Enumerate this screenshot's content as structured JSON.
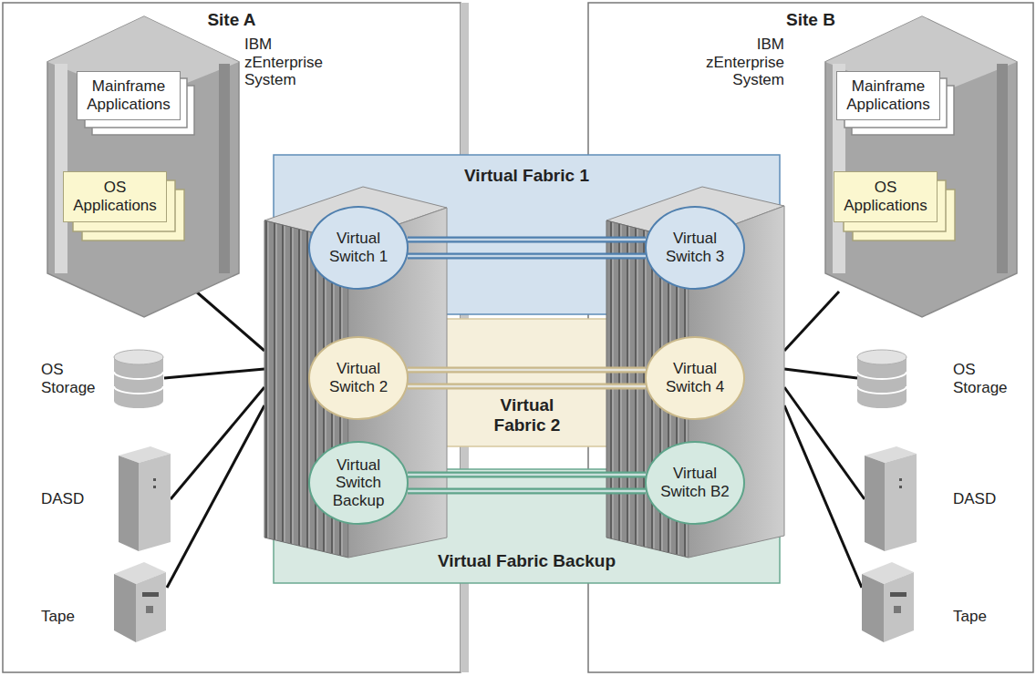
{
  "diagram": {
    "nodes": [
      {
        "text": [
          "Site A"
        ]
      },
      {
        "text": [
          "IBM zEnterprise System"
        ],
        "in": 0
      },
      {
        "text": [
          "Mainframe Applications"
        ],
        "in": 1
      },
      {
        "text": [
          "OS Applications"
        ],
        "in": 1
      },
      {
        "text": [
          "OS Storage"
        ],
        "in": 0
      },
      {
        "text": [
          "DASD"
        ],
        "in": 0
      },
      {
        "text": [
          "Tape"
        ],
        "in": 0
      },
      {
        "text": [
          "Site B"
        ]
      },
      {
        "text": [
          "IBM zEnterprise System"
        ],
        "in": 7
      },
      {
        "text": [
          "Mainframe Applications"
        ],
        "in": 8
      },
      {
        "text": [
          "OS Applications"
        ],
        "in": 8
      },
      {
        "text": [
          "OS Storage"
        ],
        "in": 7
      },
      {
        "text": [
          "DASD"
        ],
        "in": 7
      },
      {
        "text": [
          "Tape"
        ],
        "in": 7
      },
      {
        "text": [
          "Virtual Fabric 1"
        ]
      },
      {
        "text": [
          "Virtual Switch 1"
        ],
        "in": 14
      },
      {
        "text": [
          "Virtual Switch 3"
        ],
        "in": 14
      },
      {
        "text": [
          "Virtual Fabric 2"
        ]
      },
      {
        "text": [
          "Virtual Switch 2"
        ],
        "in": 17
      },
      {
        "text": [
          "Virtual Switch 4"
        ],
        "in": 17
      },
      {
        "text": [
          "Virtual Fabric Backup"
        ]
      },
      {
        "text": [
          "Virtual Switch Backup"
        ],
        "in": 20
      },
      {
        "text": [
          "Virtual Switch B2"
        ],
        "in": 20
      }
    ],
    "edges": [
      {
        "from": 15,
        "to": 16,
        "arrow": "none"
      },
      {
        "from": 15,
        "to": 16,
        "arrow": "none"
      },
      {
        "from": 18,
        "to": 19,
        "arrow": "none"
      },
      {
        "from": 18,
        "to": 19,
        "arrow": "none"
      },
      {
        "from": 21,
        "to": 22,
        "arrow": "none"
      },
      {
        "from": 21,
        "to": 22,
        "arrow": "none"
      }
    ]
  }
}
